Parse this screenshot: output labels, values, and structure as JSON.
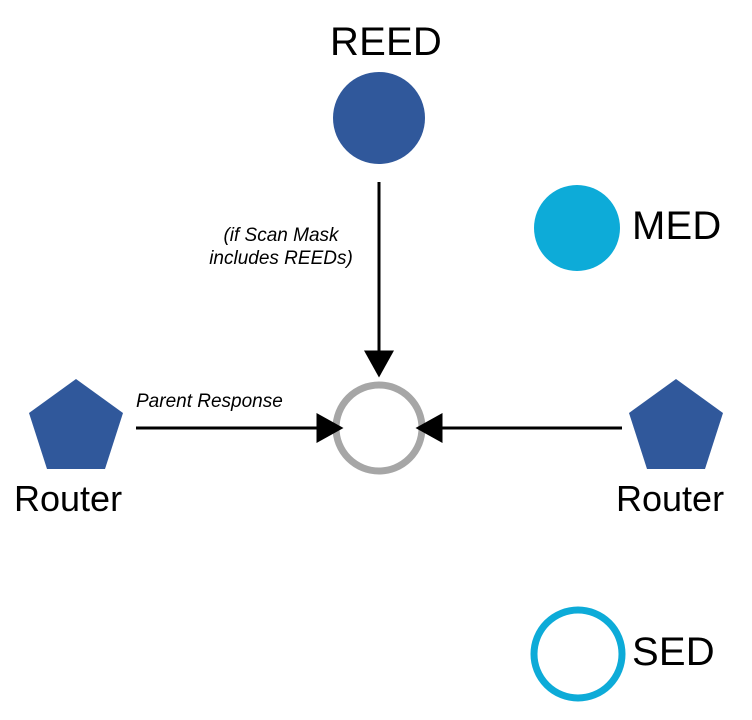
{
  "diagram": {
    "title": "Thread network scan / parent response topology",
    "background_color": "#ffffff",
    "colors": {
      "router_blue": "#30589B",
      "reed_blue": "#30589B",
      "med_cyan": "#0DABD8",
      "sed_cyan": "#0DABD8",
      "center_gray": "#A6A6A6",
      "arrow_black": "#000000",
      "label_black": "#000000"
    },
    "nodes": [
      {
        "id": "reed",
        "label": "REED",
        "shape": "filled-circle",
        "color": "#30589B",
        "label_position": "above"
      },
      {
        "id": "med",
        "label": "MED",
        "shape": "filled-circle",
        "color": "#0DABD8",
        "label_position": "right"
      },
      {
        "id": "sed",
        "label": "SED",
        "shape": "outlined-circle",
        "color": "#0DABD8",
        "label_position": "right"
      },
      {
        "id": "center",
        "label": "",
        "shape": "outlined-circle",
        "color": "#A6A6A6",
        "label_position": "none"
      },
      {
        "id": "router-left",
        "label": "Router",
        "shape": "filled-pentagon",
        "color": "#30589B",
        "label_position": "below"
      },
      {
        "id": "router-right",
        "label": "Router",
        "shape": "filled-pentagon",
        "color": "#30589B",
        "label_position": "below"
      }
    ],
    "edges": [
      {
        "id": "reed-to-center",
        "from": "reed",
        "to": "center",
        "direction": "down",
        "label": "(if Scan Mask includes REEDs)",
        "label_lines": [
          "(if Scan Mask",
          "includes REEDs)"
        ],
        "style": "italic"
      },
      {
        "id": "router-left-to-center",
        "from": "router-left",
        "to": "center",
        "direction": "right",
        "label": "Parent Response",
        "label_lines": [
          "Parent Response"
        ],
        "style": "italic"
      },
      {
        "id": "router-right-to-center",
        "from": "router-right",
        "to": "center",
        "direction": "left",
        "label": "",
        "label_lines": [],
        "style": "italic"
      }
    ]
  }
}
